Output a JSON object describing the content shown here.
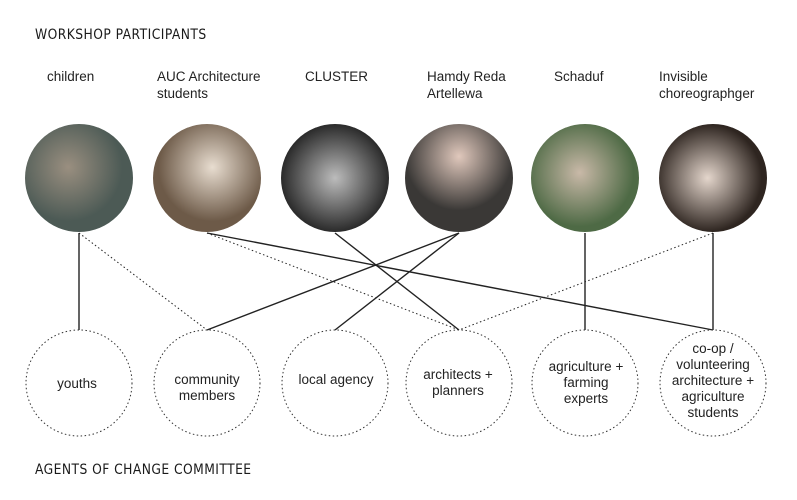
{
  "titles": {
    "participants": "WORKSHOP PARTICIPANTS",
    "committee": "AGENTS OF CHANGE COMMITTEE"
  },
  "participants": [
    {
      "id": "children",
      "label": "children"
    },
    {
      "id": "auc",
      "label": "AUC Architecture students"
    },
    {
      "id": "cluster",
      "label": "CLUSTER"
    },
    {
      "id": "hamdy",
      "label": "Hamdy Reda Artellewa"
    },
    {
      "id": "schaduf",
      "label": "Schaduf"
    },
    {
      "id": "invisible",
      "label": "Invisible choreographger"
    }
  ],
  "agents": [
    {
      "id": "youths",
      "label": "youths"
    },
    {
      "id": "community",
      "label": "community members"
    },
    {
      "id": "local",
      "label": "local agency"
    },
    {
      "id": "architects",
      "label": "architects + planners"
    },
    {
      "id": "agriculture",
      "label": "agriculture + farming experts"
    },
    {
      "id": "coop",
      "label": "co-op / volunteering architecture + agriculture students"
    }
  ],
  "connections": [
    {
      "from": "children",
      "to": "youths",
      "style": "solid"
    },
    {
      "from": "children",
      "to": "community",
      "style": "dotted"
    },
    {
      "from": "auc",
      "to": "architects",
      "style": "dotted"
    },
    {
      "from": "auc",
      "to": "coop",
      "style": "solid"
    },
    {
      "from": "cluster",
      "to": "architects",
      "style": "solid"
    },
    {
      "from": "hamdy",
      "to": "community",
      "style": "solid"
    },
    {
      "from": "hamdy",
      "to": "local",
      "style": "solid"
    },
    {
      "from": "schaduf",
      "to": "agriculture",
      "style": "solid"
    },
    {
      "from": "invisible",
      "to": "architects",
      "style": "dotted"
    },
    {
      "from": "invisible",
      "to": "coop",
      "style": "solid"
    }
  ]
}
